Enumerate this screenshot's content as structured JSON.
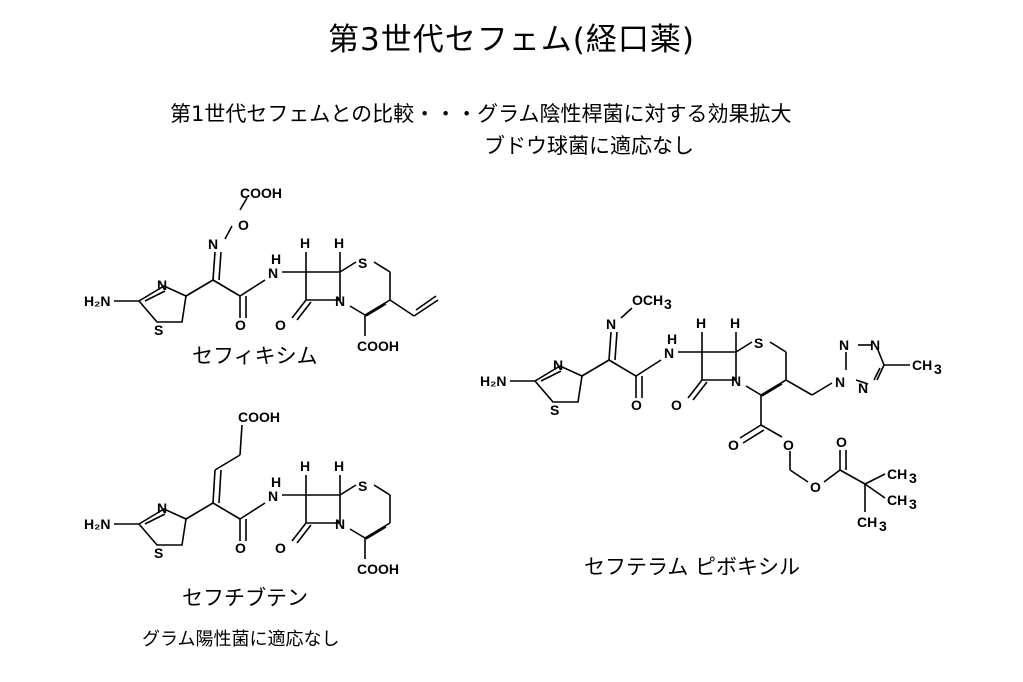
{
  "title": "第3世代セフェム(経口薬)",
  "subtitle_line1": "第1世代セフェムとの比較・・・グラム陰性桿菌に対する効果拡大",
  "subtitle_line2": "ブドウ球菌に適応なし",
  "compounds": [
    {
      "name": "セフィキシム"
    },
    {
      "name": "セフチブテン",
      "note": "グラム陽性菌に適応なし"
    },
    {
      "name": "セフテラム ピボキシル"
    }
  ],
  "atom_labels": {
    "cooh": "COOH",
    "o": "O",
    "n": "N",
    "nh": "N",
    "h_on_n": "H",
    "h": "H",
    "s": "S",
    "h2n": "H₂N",
    "och3": "OCH",
    "ch3": "CH",
    "sub3": "3",
    "tetrazole_n": "N"
  }
}
